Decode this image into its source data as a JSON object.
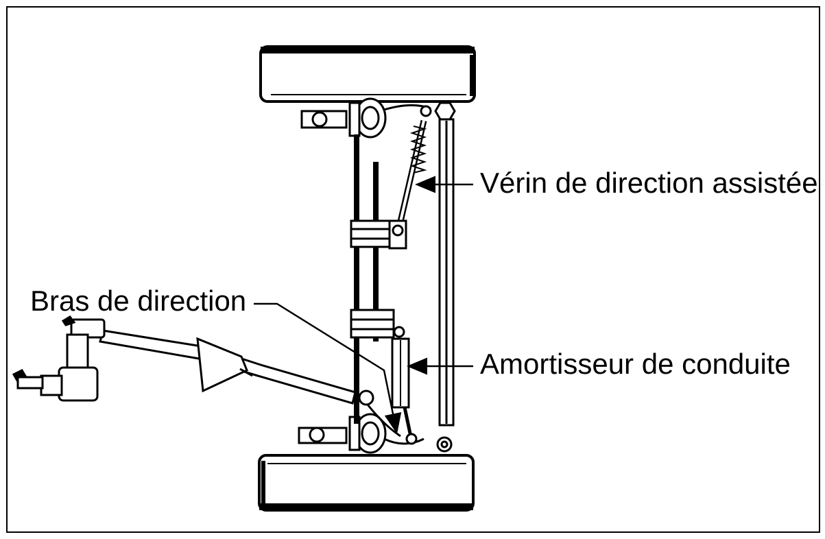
{
  "labels": {
    "verin": "Vérin de direction assistée",
    "bras": "Bras de direction",
    "amortisseur": "Amortisseur de conduite"
  },
  "colors": {
    "ink": "#000000",
    "paper": "#ffffff",
    "shade": "#e6e6e6"
  }
}
